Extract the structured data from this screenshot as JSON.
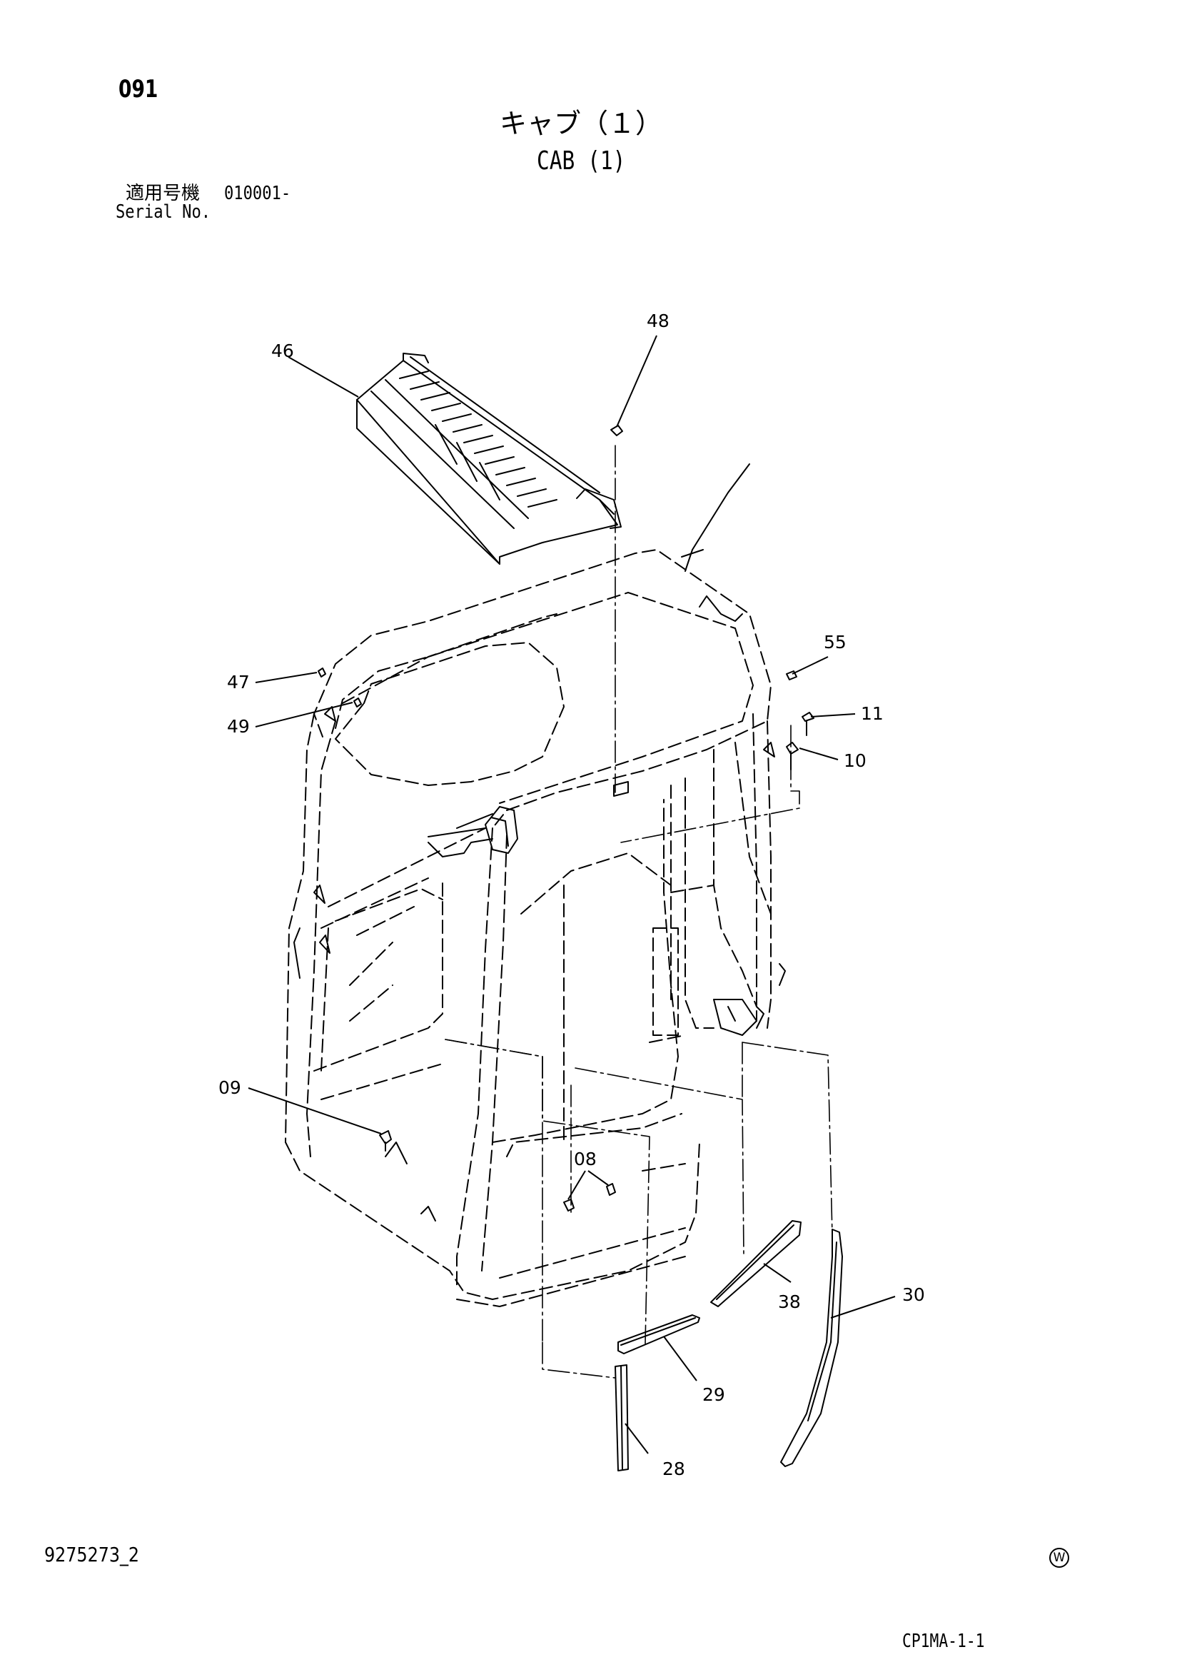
{
  "header": {
    "page_number": "091",
    "title_jp": "キャブ（１）",
    "title_en": "CAB (1)",
    "serial_label_jp": "適用号機",
    "serial_value": "010001-",
    "serial_label_en": "Serial No."
  },
  "callouts": [
    {
      "id": "46",
      "label": "46"
    },
    {
      "id": "48",
      "label": "48"
    },
    {
      "id": "55",
      "label": "55"
    },
    {
      "id": "11",
      "label": "11"
    },
    {
      "id": "10",
      "label": "10"
    },
    {
      "id": "47",
      "label": "47"
    },
    {
      "id": "49",
      "label": "49"
    },
    {
      "id": "09",
      "label": "09"
    },
    {
      "id": "08",
      "label": "08"
    },
    {
      "id": "38",
      "label": "38"
    },
    {
      "id": "30",
      "label": "30"
    },
    {
      "id": "29",
      "label": "29"
    },
    {
      "id": "28",
      "label": "28"
    }
  ],
  "footer": {
    "doc_number": "9275273_2",
    "brand_mark": "W",
    "sheet_code": "CP1MA-1-1"
  },
  "icons": {
    "brand_mark": "circled-w-icon"
  }
}
